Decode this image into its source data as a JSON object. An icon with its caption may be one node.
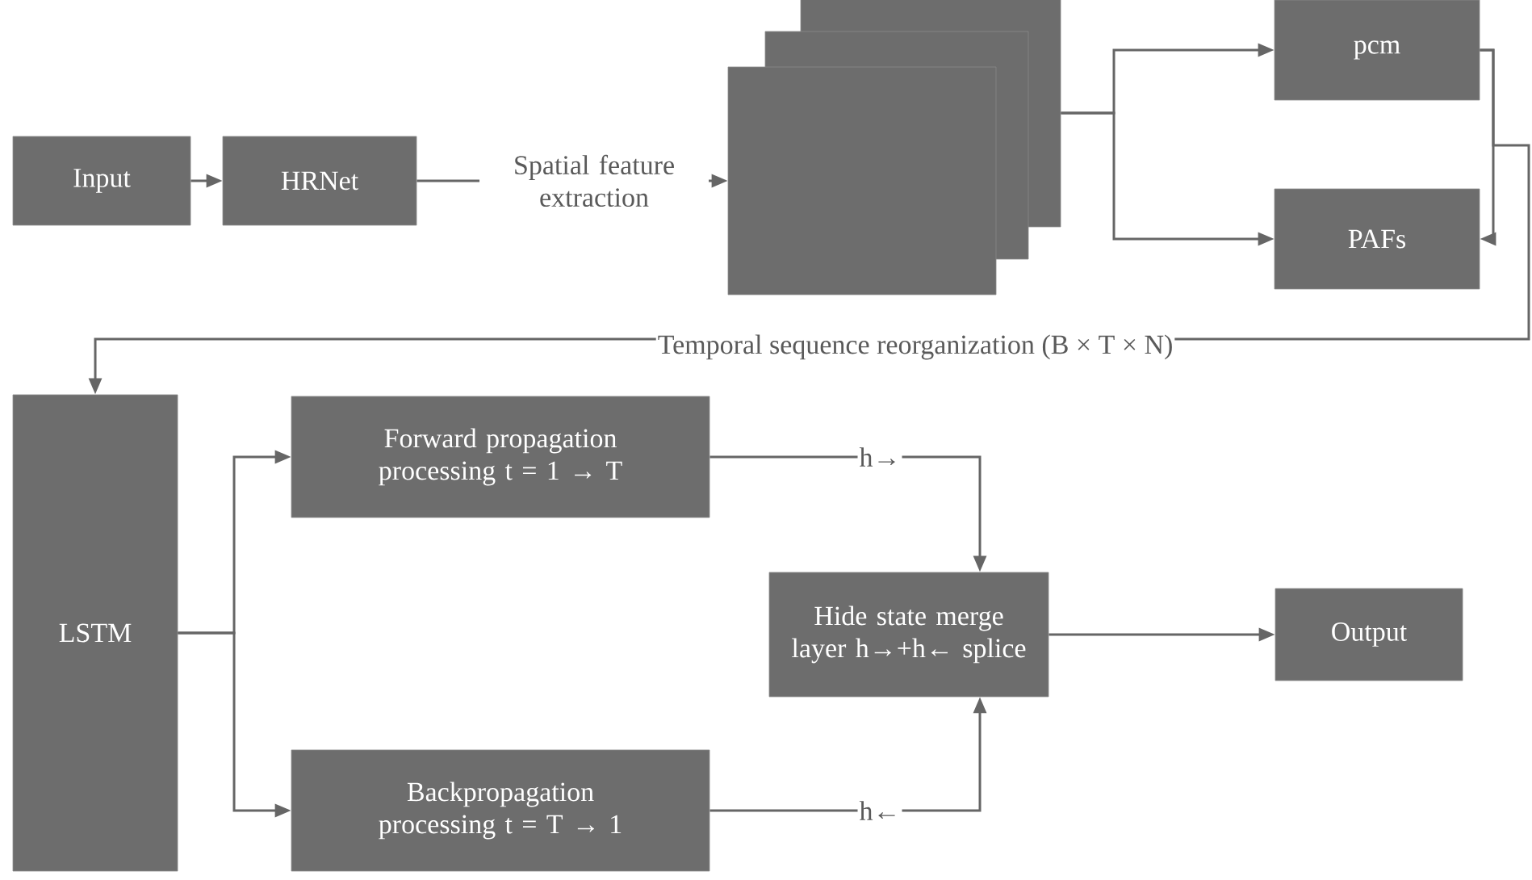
{
  "diagram": {
    "nodes": [
      {
        "text": [
          "Input"
        ]
      },
      {
        "text": [
          "HRNet"
        ]
      },
      {
        "text": [],
        "shape": "box"
      },
      {
        "text": [
          "pcm"
        ]
      },
      {
        "text": [
          "PAFs"
        ]
      },
      {
        "text": [
          "LSTM"
        ]
      },
      {
        "text": [
          "Forward propagation processing t = 1 → T"
        ]
      },
      {
        "text": [
          "Backpropagation processing t = T → 1"
        ]
      },
      {
        "text": [
          "Hide state merge layer h→+h← splice"
        ]
      },
      {
        "text": [
          "Output"
        ]
      }
    ],
    "edges": [
      {
        "from": 0,
        "to": 1,
        "arrow": "to"
      },
      {
        "from": 1,
        "to": 2,
        "arrow": "to",
        "label": "Spatial feature extraction"
      },
      {
        "from": 2,
        "to": 3,
        "arrow": "to"
      },
      {
        "from": 2,
        "to": 4,
        "arrow": "to"
      },
      {
        "from": 3,
        "to": 4,
        "arrow": "to"
      },
      {
        "from": 3,
        "to": 5,
        "arrow": "to",
        "label": "Temporal sequence reorganization (B × T × N)"
      },
      {
        "from": 5,
        "to": 6,
        "arrow": "to"
      },
      {
        "from": 5,
        "to": 7,
        "arrow": "to"
      },
      {
        "from": 6,
        "to": 8,
        "arrow": "to",
        "label": "h→"
      },
      {
        "from": 7,
        "to": 8,
        "arrow": "to",
        "label": "h←"
      },
      {
        "from": 8,
        "to": 9,
        "arrow": "to"
      }
    ]
  }
}
